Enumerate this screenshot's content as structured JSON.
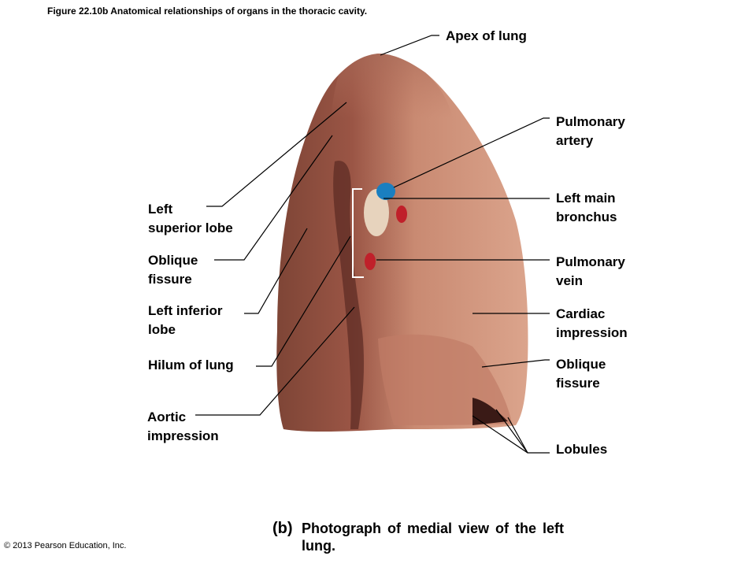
{
  "figure_title": "Figure 22.10b  Anatomical relationships of organs in the thoracic cavity.",
  "copyright": "© 2013 Pearson Education, Inc.",
  "caption": {
    "letter": "(b)",
    "text": "Photograph of medial view of the left lung."
  },
  "labels": {
    "apex_of_lung": "Apex of lung",
    "pulmonary_artery": [
      "Pulmonary",
      "artery"
    ],
    "left_main_bronchus": [
      "Left main",
      "bronchus"
    ],
    "pulmonary_vein": [
      "Pulmonary",
      "vein"
    ],
    "cardiac_impression": [
      "Cardiac",
      "impression"
    ],
    "oblique_fissure_right": [
      "Oblique",
      "fissure"
    ],
    "lobules": "Lobules",
    "left_superior_lobe": [
      "Left",
      "superior lobe"
    ],
    "oblique_fissure_left": [
      "Oblique",
      "fissure"
    ],
    "left_inferior_lobe": [
      "Left inferior",
      "lobe"
    ],
    "hilum_of_lung": "Hilum of lung",
    "aortic_impression": [
      "Aortic",
      "impression"
    ]
  },
  "colors": {
    "lung_dark": "#8a4a3a",
    "lung_mid": "#b06a55",
    "lung_light": "#d49a82",
    "artery_blue": "#1a7fc0",
    "vein_red": "#c0202a",
    "leader_line": "#000000"
  }
}
